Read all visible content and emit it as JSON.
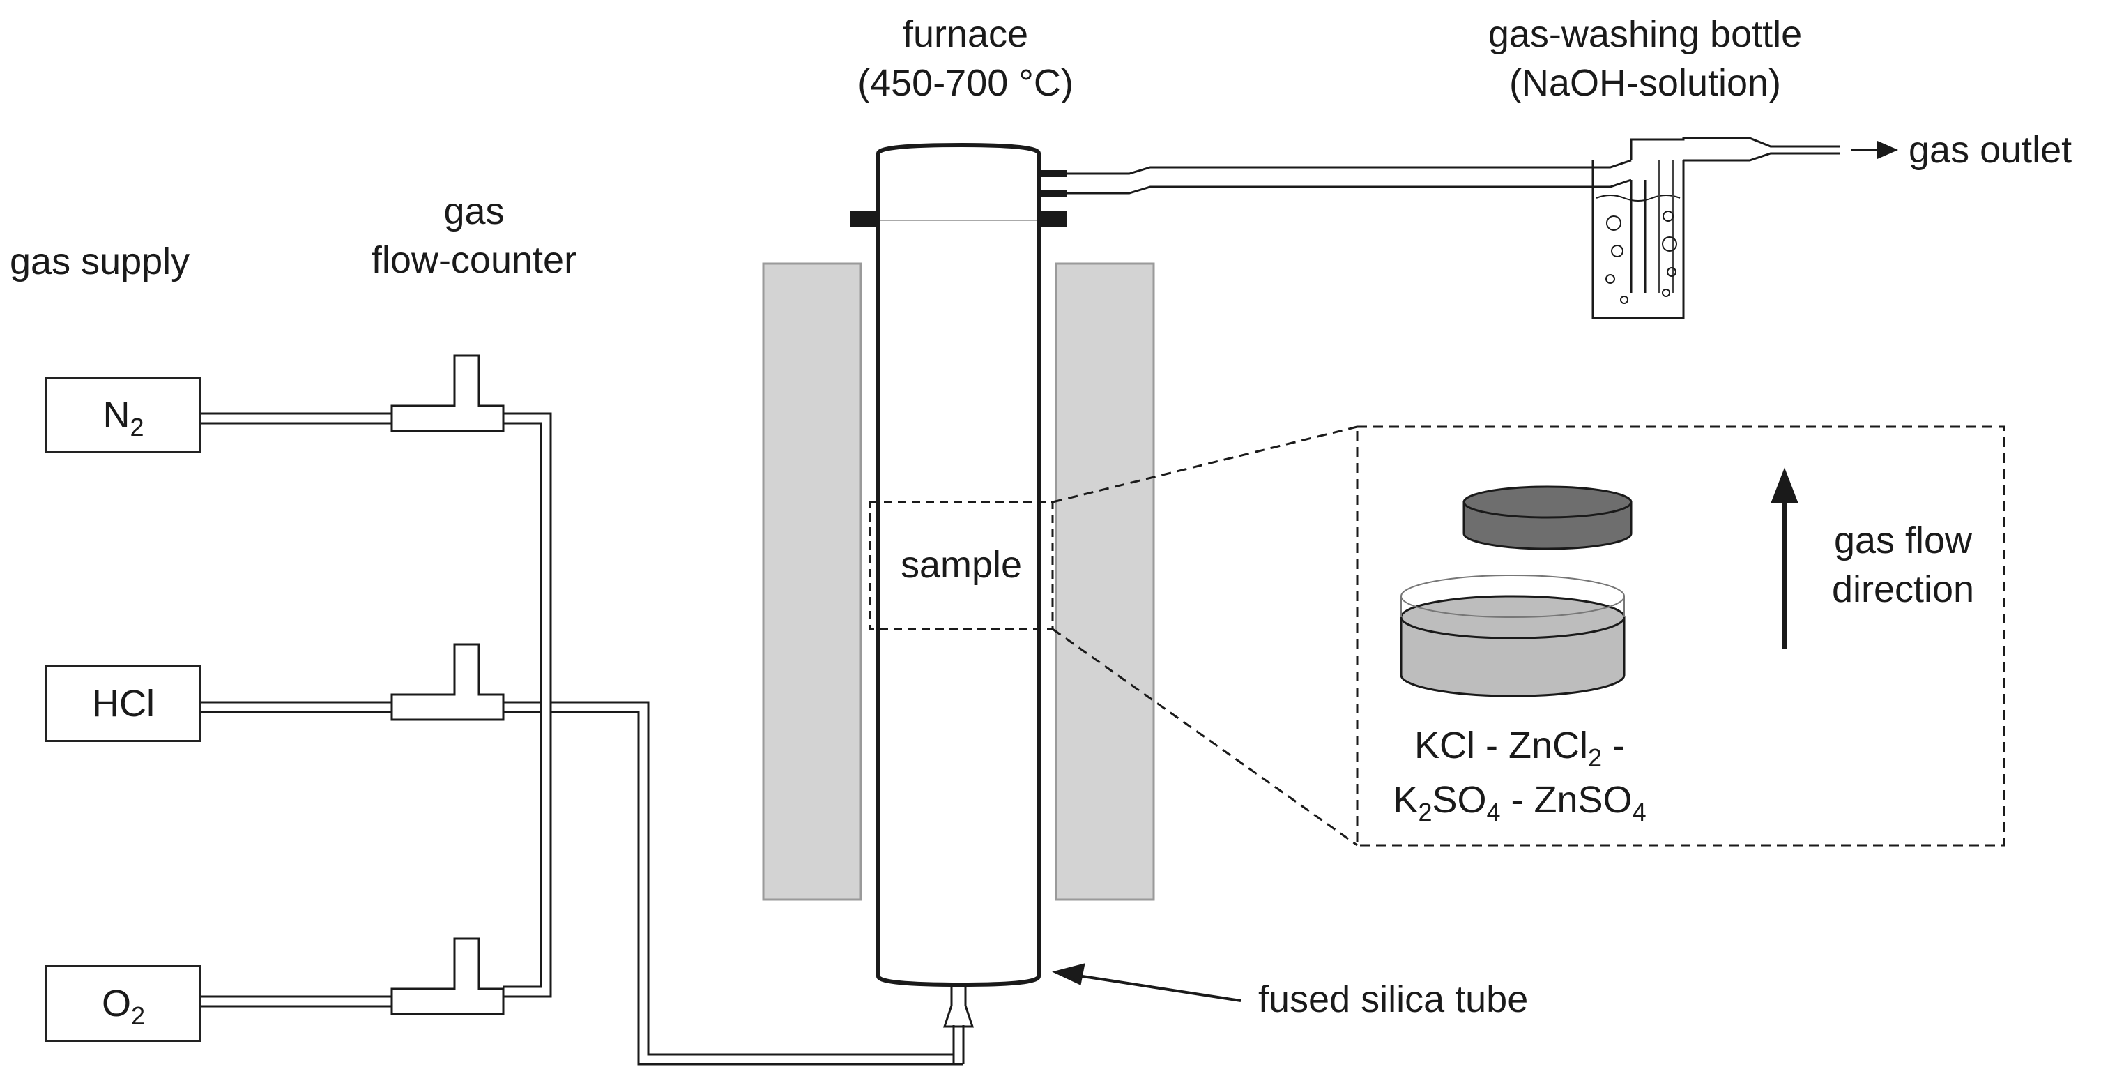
{
  "labels": {
    "gas_supply": "gas supply",
    "gas_flow_counter_line1": "gas",
    "gas_flow_counter_line2": "flow-counter",
    "furnace_line1": "furnace",
    "furnace_line2": "(450-700 °C)",
    "washing_line1": "gas-washing bottle",
    "washing_line2": "(NaOH-solution)",
    "gas_outlet": "gas outlet",
    "sample": "sample",
    "gas_flow_line1": "gas flow",
    "gas_flow_line2": "direction",
    "fused_silica_tube": "fused silica tube"
  },
  "gases": [
    {
      "name": "N",
      "sub": "2"
    },
    {
      "name": "HCl",
      "sub": ""
    },
    {
      "name": "O",
      "sub": "2"
    }
  ],
  "salt_mixture": {
    "line1_a": "KCl - ZnCl",
    "line1_sub": "2",
    "line1_b": " -",
    "line2_a": "K",
    "line2_sub1": "2",
    "line2_b": "SO",
    "line2_sub2": "4",
    "line2_c": " - ZnSO",
    "line2_sub3": "4"
  },
  "colors": {
    "line": "#1a1a1a",
    "heater": "#d3d3d3",
    "cylinder_dark": "#6e6e6e",
    "liquid": "#bdbdbd"
  }
}
